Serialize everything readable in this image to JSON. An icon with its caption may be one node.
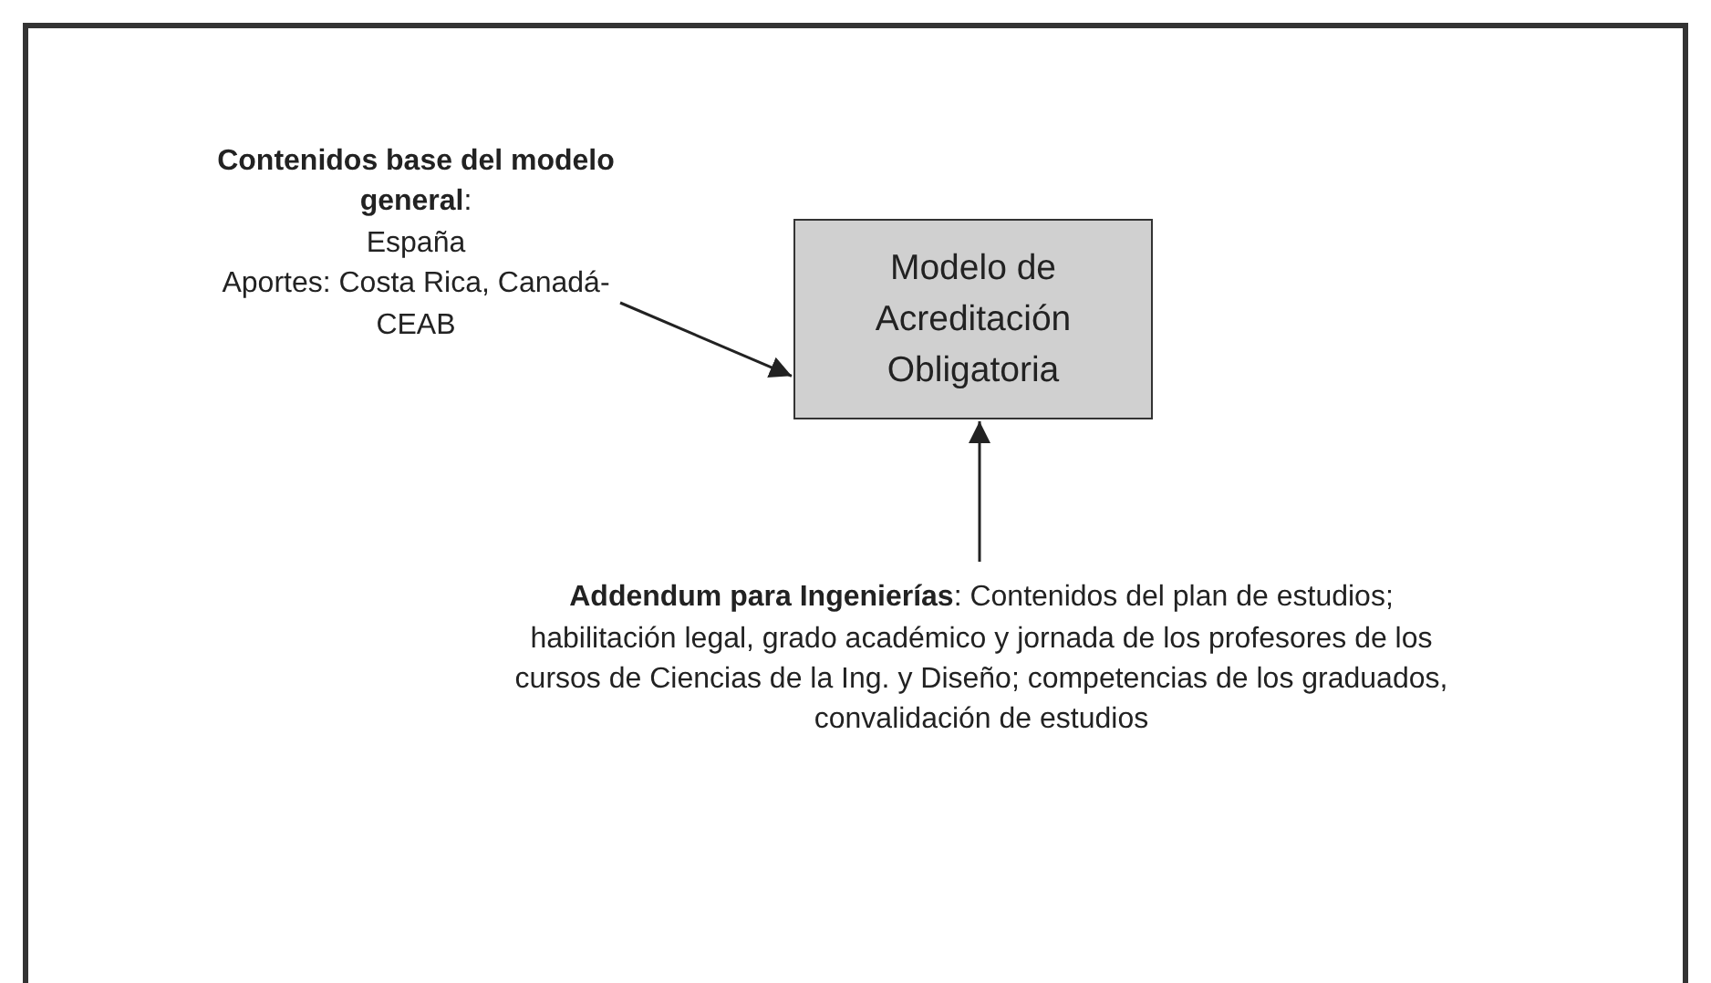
{
  "diagram": {
    "nodes": [
      {
        "text": [
          "**Contenidos base del modelo general**:",
          "España",
          "Aportes: Costa Rica, Canadá-CEAB"
        ]
      },
      {
        "text": [
          "Modelo de Acreditación Obligatoria"
        ]
      },
      {
        "text": [
          "**Addendum para Ingenierías**: Contenidos del plan de estudios; habilitación legal, grado académico y jornada de los profesores de los cursos de Ciencias de la Ing. y Diseño; competencias de los graduados, convalidación de estudios"
        ]
      }
    ],
    "edges": [
      {
        "from": 0,
        "to": 1,
        "arrow": "to"
      },
      {
        "from": 2,
        "to": 1,
        "arrow": "to"
      }
    ]
  }
}
